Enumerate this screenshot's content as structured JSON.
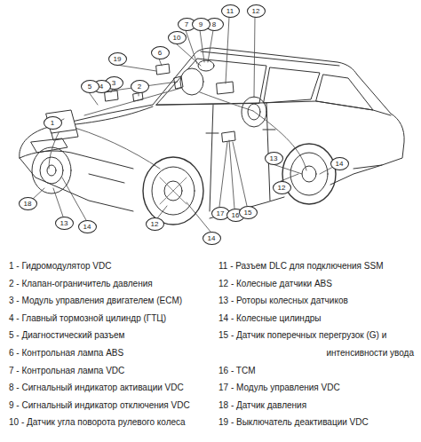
{
  "diagram": {
    "labels": [
      "1",
      "2",
      "3",
      "4",
      "5",
      "6",
      "7",
      "8",
      "9",
      "10",
      "11",
      "12",
      "19",
      "18",
      "13",
      "14",
      "12",
      "17",
      "16",
      "15",
      "14",
      "13",
      "14",
      "12",
      "1 - Гидромодулятор VDC",
      "2 - Клапан-ограничитель давления",
      "3 - Модуль управления двигателем (ECM)",
      "4 - Главный тормозной цилиндр (ГТЦ)",
      "5 - Диагностический разъем",
      "6 - Контрольная лампа ABS",
      "7 - Контрольная лампа VDC",
      "8 - Сигнальный индикатор активации VDC",
      "9 - Сигнальный индикатор отключения VDC",
      "10 - Датчик угла поворота рулевого колеса",
      "11 - Разъем DLC для подключения SSM",
      "12 - Колесные датчики ABS",
      "13 - Роторы колесных датчиков",
      "14 - Колесные цилиндры",
      "15 - Датчик поперечных перегрузок (G) и интенсивности увода",
      "16 - TCM",
      "17 - Модуль управления VDC",
      "18 - Датчик давления",
      "19 - Выключатель деактивации VDC"
    ]
  }
}
